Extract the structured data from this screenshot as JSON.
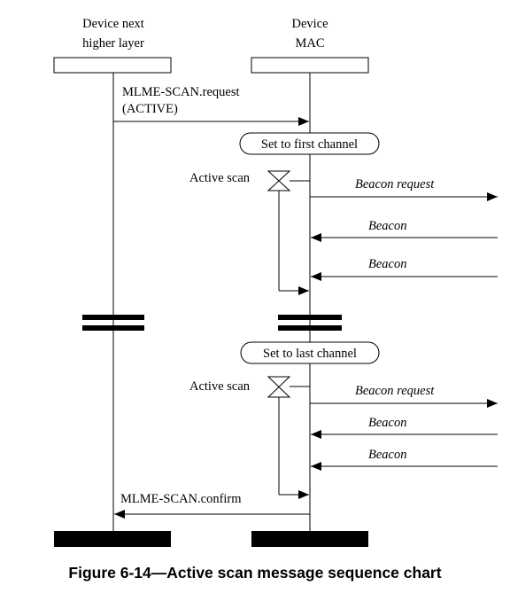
{
  "lifelines": {
    "left": {
      "line1": "Device next",
      "line2": "higher layer"
    },
    "right": {
      "line1": "Device",
      "line2": "MAC"
    }
  },
  "messages": {
    "scan_request_line1": "MLME-SCAN.request",
    "scan_request_line2": "(ACTIVE)",
    "scan_confirm": "MLME-SCAN.confirm",
    "beacon_request": "Beacon request",
    "beacon": "Beacon"
  },
  "states": {
    "first_channel": "Set to first channel",
    "last_channel": "Set to last channel"
  },
  "timer_label": "Active scan",
  "caption": "Figure 6-14—Active scan message sequence chart"
}
